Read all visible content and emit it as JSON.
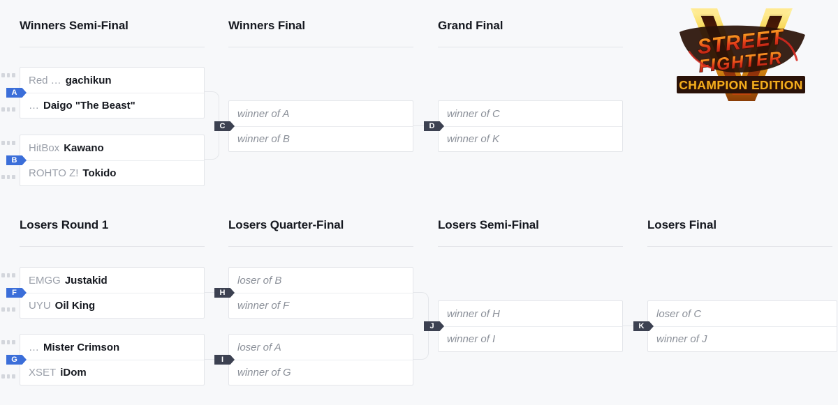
{
  "theme": {
    "background": "#f7f8fa",
    "box_background": "#ffffff",
    "box_border": "#e4e6ea",
    "seed_badge_color": "#3b6ed9",
    "derived_badge_color": "#3c4151",
    "text_color": "#15181f",
    "muted_text_color": "#9ba0aa",
    "placeholder_color": "#8b9099"
  },
  "columns": [
    {
      "id": "winners-semi-final",
      "title": "Winners Semi-Final"
    },
    {
      "id": "winners-final",
      "title": "Winners Final"
    },
    {
      "id": "grand-final",
      "title": "Grand Final"
    },
    {
      "id": "losers-round-1",
      "title": "Losers Round 1"
    },
    {
      "id": "losers-quarter-final",
      "title": "Losers Quarter-Final"
    },
    {
      "id": "losers-semi-final",
      "title": "Losers Semi-Final"
    },
    {
      "id": "losers-final",
      "title": "Losers Final"
    }
  ],
  "matches": {
    "A": {
      "letter": "A",
      "badge_type": "seed",
      "round": "Winners Semi-Final",
      "slots": [
        {
          "sponsor": "Red …",
          "name": "gachikun",
          "type": "player"
        },
        {
          "sponsor": "…",
          "name": "Daigo \"The Beast\"",
          "type": "player"
        }
      ]
    },
    "B": {
      "letter": "B",
      "badge_type": "seed",
      "round": "Winners Semi-Final",
      "slots": [
        {
          "sponsor": "HitBox",
          "name": "Kawano",
          "type": "player"
        },
        {
          "sponsor": "ROHTO Z!",
          "name": "Tokido",
          "type": "player"
        }
      ]
    },
    "C": {
      "letter": "C",
      "badge_type": "derived",
      "round": "Winners Final",
      "slots": [
        {
          "name": "winner of A",
          "type": "placeholder"
        },
        {
          "name": "winner of B",
          "type": "placeholder"
        }
      ]
    },
    "D": {
      "letter": "D",
      "badge_type": "derived",
      "round": "Grand Final",
      "slots": [
        {
          "name": "winner of C",
          "type": "placeholder"
        },
        {
          "name": "winner of K",
          "type": "placeholder"
        }
      ]
    },
    "F": {
      "letter": "F",
      "badge_type": "seed",
      "round": "Losers Round 1",
      "slots": [
        {
          "sponsor": "EMGG",
          "name": "Justakid",
          "type": "player"
        },
        {
          "sponsor": "UYU",
          "name": "Oil King",
          "type": "player"
        }
      ]
    },
    "G": {
      "letter": "G",
      "badge_type": "seed",
      "round": "Losers Round 1",
      "slots": [
        {
          "sponsor": "…",
          "name": "Mister Crimson",
          "type": "player"
        },
        {
          "sponsor": "XSET",
          "name": "iDom",
          "type": "player"
        }
      ]
    },
    "H": {
      "letter": "H",
      "badge_type": "derived",
      "round": "Losers Quarter-Final",
      "slots": [
        {
          "name": "loser of B",
          "type": "placeholder"
        },
        {
          "name": "winner of F",
          "type": "placeholder"
        }
      ]
    },
    "I": {
      "letter": "I",
      "badge_type": "derived",
      "round": "Losers Quarter-Final",
      "slots": [
        {
          "name": "loser of A",
          "type": "placeholder"
        },
        {
          "name": "winner of G",
          "type": "placeholder"
        }
      ]
    },
    "J": {
      "letter": "J",
      "badge_type": "derived",
      "round": "Losers Semi-Final",
      "slots": [
        {
          "name": "winner of H",
          "type": "placeholder"
        },
        {
          "name": "winner of I",
          "type": "placeholder"
        }
      ]
    },
    "K": {
      "letter": "K",
      "badge_type": "derived",
      "round": "Losers Final",
      "slots": [
        {
          "name": "loser of C",
          "type": "placeholder"
        },
        {
          "name": "winner of J",
          "type": "placeholder"
        }
      ]
    }
  },
  "logo": {
    "name": "street-fighter-v-champion-edition-logo",
    "letter": "V",
    "line1": "STREET",
    "line2": "FIGHTER",
    "subtitle": "CHAMPION EDITION",
    "gold": "#f5c518",
    "orange": "#e8861a",
    "red": "#d6281e",
    "dark": "#2a1208"
  }
}
